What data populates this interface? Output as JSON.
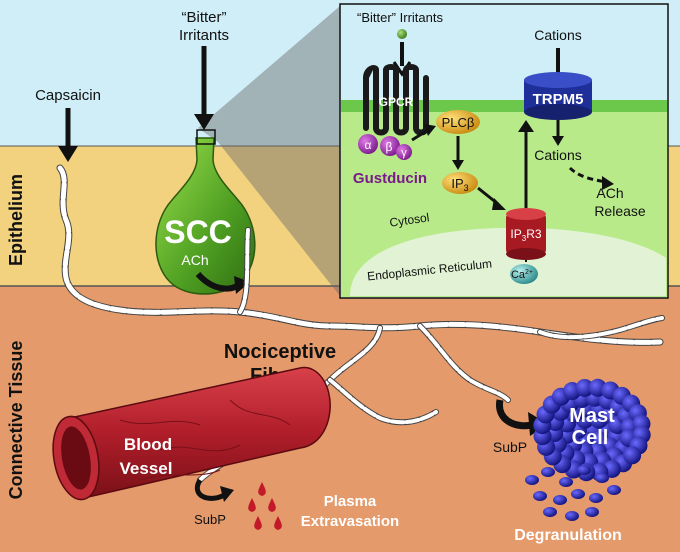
{
  "colors": {
    "air": "#cfeef8",
    "epithelium": "#f2d27e",
    "connective": "#e49a6a",
    "membrane": "#6cc84a",
    "cytosol": "#b8ea8a",
    "er": "#e6f4dc",
    "scc": "#5fae2a",
    "vessel": "#b8202c",
    "mast": "#2a2a9a",
    "gustducin": "#8a1a9a",
    "trpm5": "#1f2f9a"
  },
  "layers": {
    "epithelium": "Epithelium",
    "connective": "Connective Tissue"
  },
  "stimuli": {
    "capsaicin": "Capsaicin",
    "bitter_line1": "“Bitter”",
    "bitter_line2": "Irritants"
  },
  "cell": {
    "scc": "SCC",
    "ach": "ACh"
  },
  "fibers": {
    "line1": "Nociceptive",
    "line2": "Fibers"
  },
  "vessel": {
    "line1": "Blood",
    "line2": "Vessel",
    "subp": "SubP",
    "plasma_line1": "Plasma",
    "plasma_line2": "Extravasation"
  },
  "mast": {
    "line1": "Mast",
    "line2": "Cell",
    "subp": "SubP",
    "degranulation": "Degranulation"
  },
  "inset": {
    "bitter": "“Bitter” Irritants",
    "cations_top": "Cations",
    "gpcr": "GPCR",
    "alpha": "α",
    "beta": "β",
    "gamma": "γ",
    "gustducin": "Gustducin",
    "plcb": "PLCβ",
    "ip3": "IP",
    "ip3_sub": "3",
    "ip3r3_a": "IP",
    "ip3r3_sub": "3",
    "ip3r3_b": "R3",
    "trpm5": "TRPM5",
    "cations_mid": "Cations",
    "ach_line1": "ACh",
    "ach_line2": "Release",
    "cytosol": "Cytosol",
    "er": "Endoplasmic Reticulum",
    "ca": "Ca",
    "ca_sup": "2+"
  }
}
